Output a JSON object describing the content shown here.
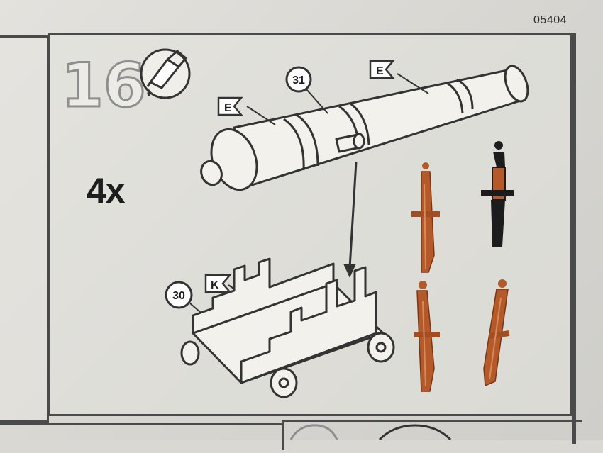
{
  "header": {
    "code": "05404"
  },
  "step": {
    "number": "16",
    "icon": "glue-tube-icon",
    "multiplier": "4x"
  },
  "callouts": [
    {
      "part": "31",
      "sprue": "E"
    },
    {
      "part": "30",
      "sprue": "K"
    }
  ],
  "sprue_labels": [
    "E",
    "E",
    "K"
  ],
  "part_numbers": [
    "31",
    "30"
  ],
  "colors": {
    "line": "#3a3a3a",
    "paper": "#e3e2dd",
    "cannon_brown": "#b4592a",
    "cannon_black": "#1c1c1c"
  }
}
